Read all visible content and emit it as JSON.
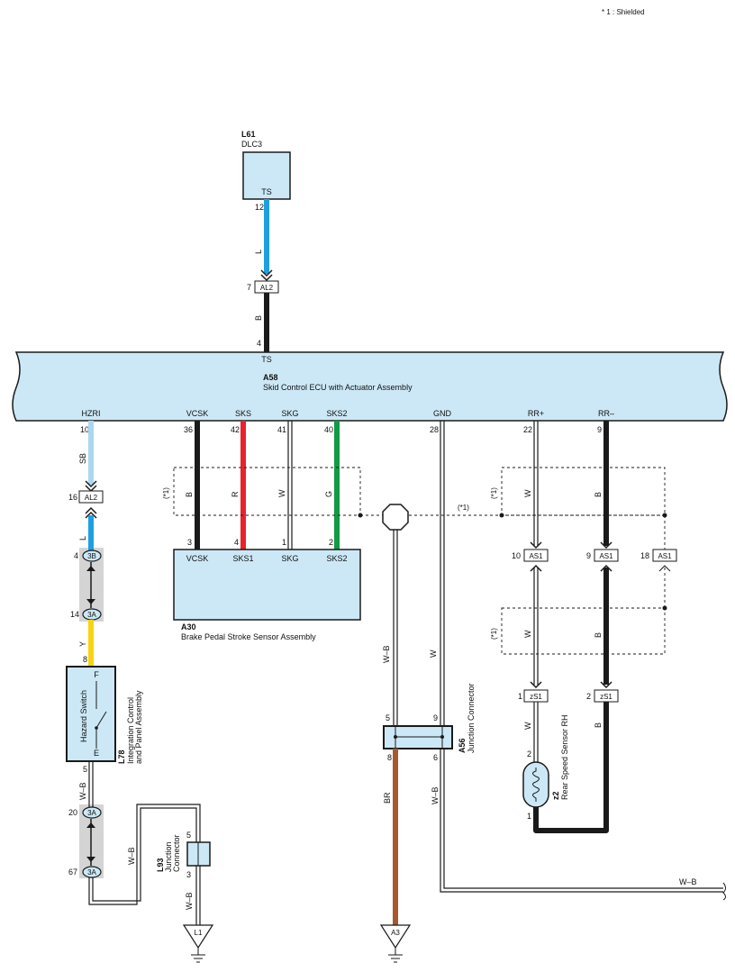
{
  "note": "* 1 : Shielded",
  "components": {
    "dlc3": {
      "code": "L61",
      "name": "DLC3",
      "pin_label": "TS",
      "pin": "12"
    },
    "ecu": {
      "code": "A58",
      "name": "Skid Control ECU with Actuator Assembly",
      "top_pin_label": "TS",
      "top_pin": "4",
      "pins": [
        {
          "label": "HZRI",
          "num": "10"
        },
        {
          "label": "VCSK",
          "num": "36"
        },
        {
          "label": "SKS",
          "num": "42"
        },
        {
          "label": "SKG",
          "num": "41"
        },
        {
          "label": "SKS2",
          "num": "40"
        },
        {
          "label": "GND",
          "num": "28"
        },
        {
          "label": "RR+",
          "num": "22"
        },
        {
          "label": "RR–",
          "num": "9"
        }
      ]
    },
    "brake_sensor": {
      "code": "A30",
      "name": "Brake Pedal Stroke Sensor Assembly",
      "pins": [
        {
          "label": "VCSK",
          "num": "3"
        },
        {
          "label": "SKS1",
          "num": "4"
        },
        {
          "label": "SKG",
          "num": "1"
        },
        {
          "label": "SKS2",
          "num": "2"
        }
      ]
    },
    "hazard": {
      "code": "L78",
      "name": "Integration Control and Panel Assembly",
      "name_line1": "Integration Control",
      "name_line2": "and Panel Assembly",
      "switch_label": "Hazard Switch",
      "pin_f": "F",
      "pin_e": "E",
      "pin_top": "8",
      "pin_bottom": "5"
    },
    "jc_a56": {
      "code": "A56",
      "name": "Junction Connector",
      "pins": [
        "5",
        "9",
        "8",
        "6"
      ]
    },
    "jc_l93": {
      "code": "L93",
      "name": "Junction Connector",
      "name_line1": "Junction",
      "name_line2": "Connector",
      "pins": [
        "5",
        "3"
      ]
    },
    "rr_sensor": {
      "code": "z2",
      "name": "Rear Speed Sensor RH",
      "pins": [
        "2",
        "1"
      ]
    }
  },
  "connectors": {
    "al2_top": {
      "name": "AL2",
      "pin": "7"
    },
    "al2_left": {
      "name": "AL2",
      "pin": "16"
    },
    "c3b": {
      "name": "3B",
      "pin": "4"
    },
    "c3a_1": {
      "name": "3A",
      "pin": "14"
    },
    "c3a_2": {
      "name": "3A",
      "pin": "20"
    },
    "c3a_3": {
      "name": "3A",
      "pin": "67"
    },
    "as1_1": {
      "name": "AS1",
      "pin": "10"
    },
    "as1_2": {
      "name": "AS1",
      "pin": "9"
    },
    "as1_3": {
      "name": "AS1",
      "pin": "18"
    },
    "zs1_1": {
      "name": "zS1",
      "pin": "1"
    },
    "zs1_2": {
      "name": "zS1",
      "pin": "2"
    }
  },
  "grounds": {
    "l1": "L1",
    "a3": "A3"
  },
  "wires": {
    "dlc_l": "L",
    "dlc_b": "B",
    "sb": "SB",
    "l_left": "L",
    "y": "Y",
    "b": "B",
    "r": "R",
    "w": "W",
    "g": "G",
    "w_rr1": "W",
    "b_rr1": "B",
    "w_rr2": "W",
    "b_rr2": "B",
    "w_s": "W",
    "b_s": "B",
    "wb_a56": "W–B",
    "w_a56": "W",
    "br": "BR",
    "wb_a56_low": "W–B",
    "wb_hz": "W–B",
    "wb_l93": "W–B",
    "wb_l93_low": "W–B",
    "wb_right": "W–B"
  },
  "shield_labels": {
    "s1": "(*1)",
    "s2": "(*1)",
    "s3": "(*1)",
    "s4": "(*1)"
  },
  "colors": {
    "component_fill": "#cce8f6",
    "connector_fill": "#cce8f6",
    "wire_blue": "#1ea0e0",
    "wire_light_blue": "#a9d8f0",
    "wire_black": "#1a1a1a",
    "wire_red": "#e8232b",
    "wire_green": "#139a44",
    "wire_yellow": "#f7d412",
    "wire_brown": "#a8582f",
    "joint_gray": "#d4d4d4"
  }
}
